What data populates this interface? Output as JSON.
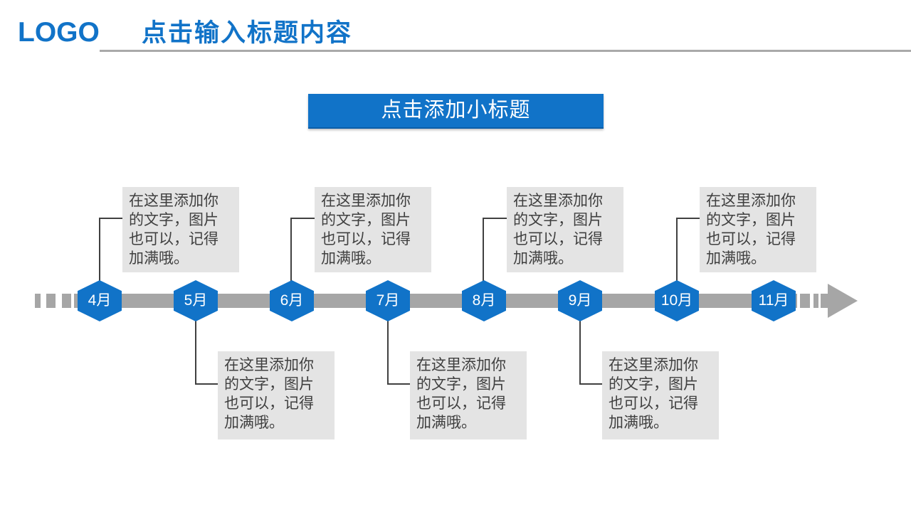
{
  "slide": {
    "header": {
      "logo": "LOGO",
      "title": "点击输入标题内容"
    },
    "subtitle_banner": {
      "label": "点击添加小标题"
    },
    "timeline": {
      "placeholder_text": "在这里添加你的文字，图片也可以，记得加满哦。",
      "items": [
        {
          "label": "4月",
          "box_position": "top",
          "box_text": "在这里添加你\n的文字，图片\n也可以，记得\n加满哦。"
        },
        {
          "label": "5月",
          "box_position": "bottom",
          "box_text": "在这里添加你\n的文字，图片\n也可以，记得\n加满哦。"
        },
        {
          "label": "6月",
          "box_position": "top",
          "box_text": "在这里添加你\n的文字，图片\n也可以，记得\n加满哦。"
        },
        {
          "label": "7月",
          "box_position": "bottom",
          "box_text": "在这里添加你\n的文字，图片\n也可以，记得\n加满哦。"
        },
        {
          "label": "8月",
          "box_position": "top",
          "box_text": "在这里添加你\n的文字，图片\n也可以，记得\n加满哦。"
        },
        {
          "label": "9月",
          "box_position": "bottom",
          "box_text": "在这里添加你\n的文字，图片\n也可以，记得\n加满哦。"
        },
        {
          "label": "10月",
          "box_position": "top",
          "box_text": "在这里添加你\n的文字，图片\n也可以，记得\n加满哦。"
        },
        {
          "label": "11月",
          "box_position": "none",
          "box_text": ""
        }
      ]
    },
    "colors": {
      "accent_blue": "#1173C8",
      "timeline_gray": "#A6A6A6",
      "box_background": "#E4E4E4",
      "box_text": "#3F3F3F",
      "connector": "#404040"
    }
  }
}
